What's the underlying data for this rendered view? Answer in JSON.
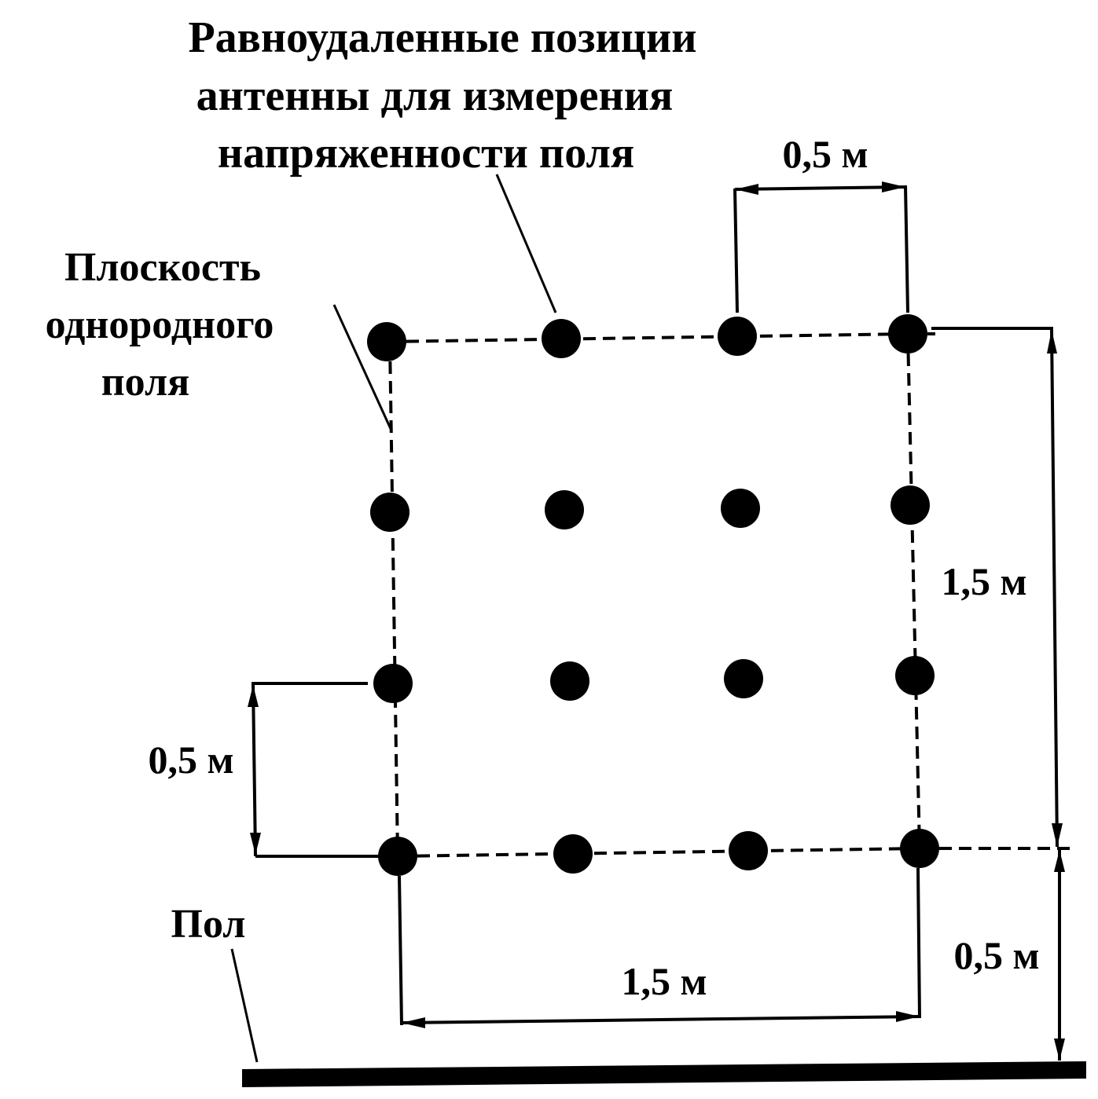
{
  "labels": {
    "title": [
      "Равноудаленные позиции",
      "антенны для измерения",
      "напряженности поля"
    ],
    "plane": [
      "Плоскость",
      "однородного",
      "поля"
    ],
    "floor": "Пол",
    "dim_top": "0,5 м",
    "dim_right_height": "1,5 м",
    "dim_left_step": "0,5 м",
    "dim_bottom_width": "1,5 м",
    "dim_floor_gap": "0,5 м"
  },
  "grid": {
    "columns": 4,
    "rows": 4,
    "spacing": "0,5 м",
    "width": "1,5 м",
    "height": "1,5 м",
    "height_above_floor": "0,5 м"
  }
}
